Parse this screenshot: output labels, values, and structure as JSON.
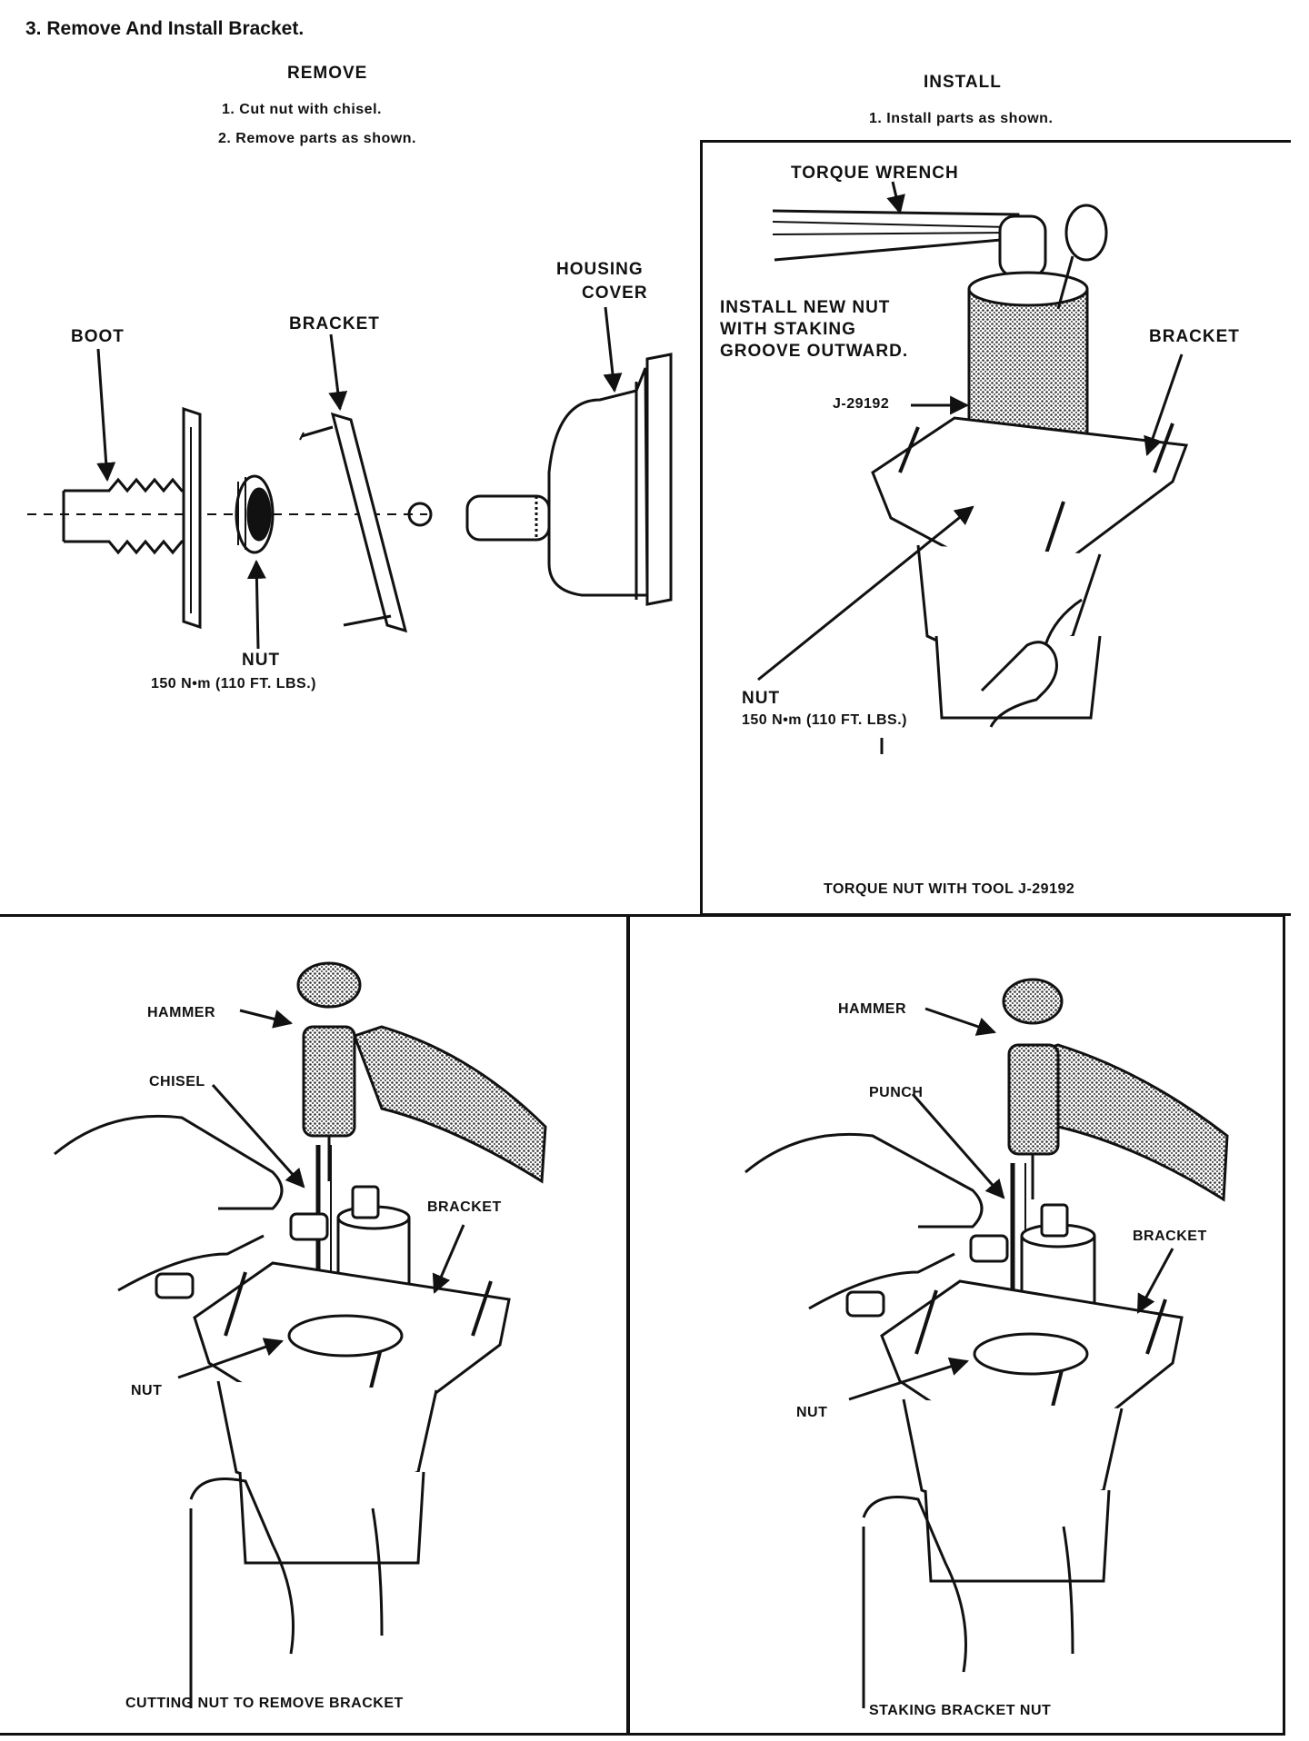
{
  "section_title": "3.  Remove And Install Bracket.",
  "remove": {
    "heading": "REMOVE",
    "steps": [
      "1.  Cut nut with chisel.",
      "2.  Remove parts as shown."
    ],
    "labels": {
      "boot": "BOOT",
      "bracket": "BRACKET",
      "housing_cover_1": "HOUSING",
      "housing_cover_2": "COVER",
      "nut": "NUT",
      "nut_torque": "150 N•m (110 FT. LBS.)"
    }
  },
  "install": {
    "heading": "INSTALL",
    "steps": [
      "1.  Install parts as shown."
    ],
    "labels": {
      "torque_wrench": "TORQUE WRENCH",
      "note_1": "INSTALL NEW NUT",
      "note_2": "WITH STAKING",
      "note_3": "GROOVE OUTWARD.",
      "tool": "J-29192",
      "bracket": "BRACKET",
      "nut": "NUT",
      "nut_torque": "150 N•m (110 FT. LBS.)"
    },
    "caption": "TORQUE NUT WITH TOOL J-29192"
  },
  "cutting": {
    "labels": {
      "hammer": "HAMMER",
      "chisel": "CHISEL",
      "bracket": "BRACKET",
      "nut": "NUT"
    },
    "caption": "CUTTING NUT TO REMOVE BRACKET"
  },
  "staking": {
    "labels": {
      "hammer": "HAMMER",
      "punch": "PUNCH",
      "bracket": "BRACKET",
      "nut": "NUT"
    },
    "caption": "STAKING BRACKET NUT"
  }
}
